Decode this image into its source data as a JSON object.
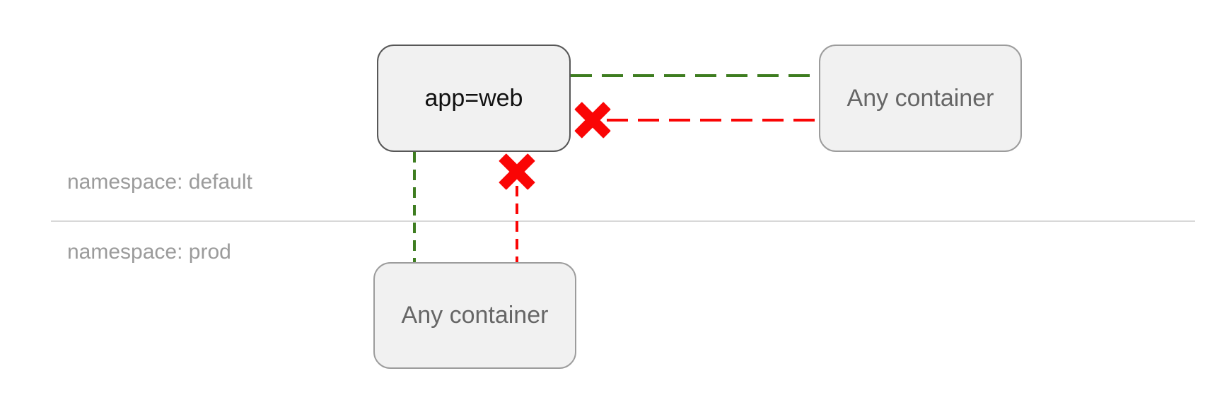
{
  "diagram_type": "kubernetes-network-policy-diagram",
  "namespaces": {
    "default_label": "namespace: default",
    "prod_label": "namespace: prod"
  },
  "nodes": {
    "app_web": {
      "label": "app=web",
      "namespace": "default"
    },
    "any_container_default": {
      "label": "Any container",
      "namespace": "default"
    },
    "any_container_prod": {
      "label": "Any container",
      "namespace": "prod"
    }
  },
  "edges": [
    {
      "id": "green-horizontal",
      "from": "app=web",
      "to": "Any container (namespace: default)",
      "line_style": "dashed",
      "status": "allowed",
      "color": "#3e7d20"
    },
    {
      "id": "red-horizontal",
      "from": "Any container (namespace: default)",
      "to": "app=web",
      "line_style": "dashed",
      "status": "blocked",
      "color": "#fa0505"
    },
    {
      "id": "green-vertical",
      "from": "app=web",
      "to": "Any container (namespace: prod)",
      "line_style": "dashed",
      "status": "allowed",
      "color": "#3e7d20"
    },
    {
      "id": "red-vertical",
      "from": "Any container (namespace: prod)",
      "to": "app=web",
      "line_style": "dashed",
      "status": "blocked",
      "color": "#fa0505"
    }
  ],
  "icons": {
    "blocked_marker": "heavy-x-cross"
  },
  "colors": {
    "allowed_green": "#3e7d20",
    "blocked_red": "#fa0505",
    "node_fill": "#f1f1f1",
    "node_border": "#9c9c9c",
    "node_border_dark": "#575757",
    "text_dark": "#111111",
    "text_gray": "#666666",
    "label_gray": "#9b9b9b",
    "divider_gray": "#d8d8d8"
  }
}
